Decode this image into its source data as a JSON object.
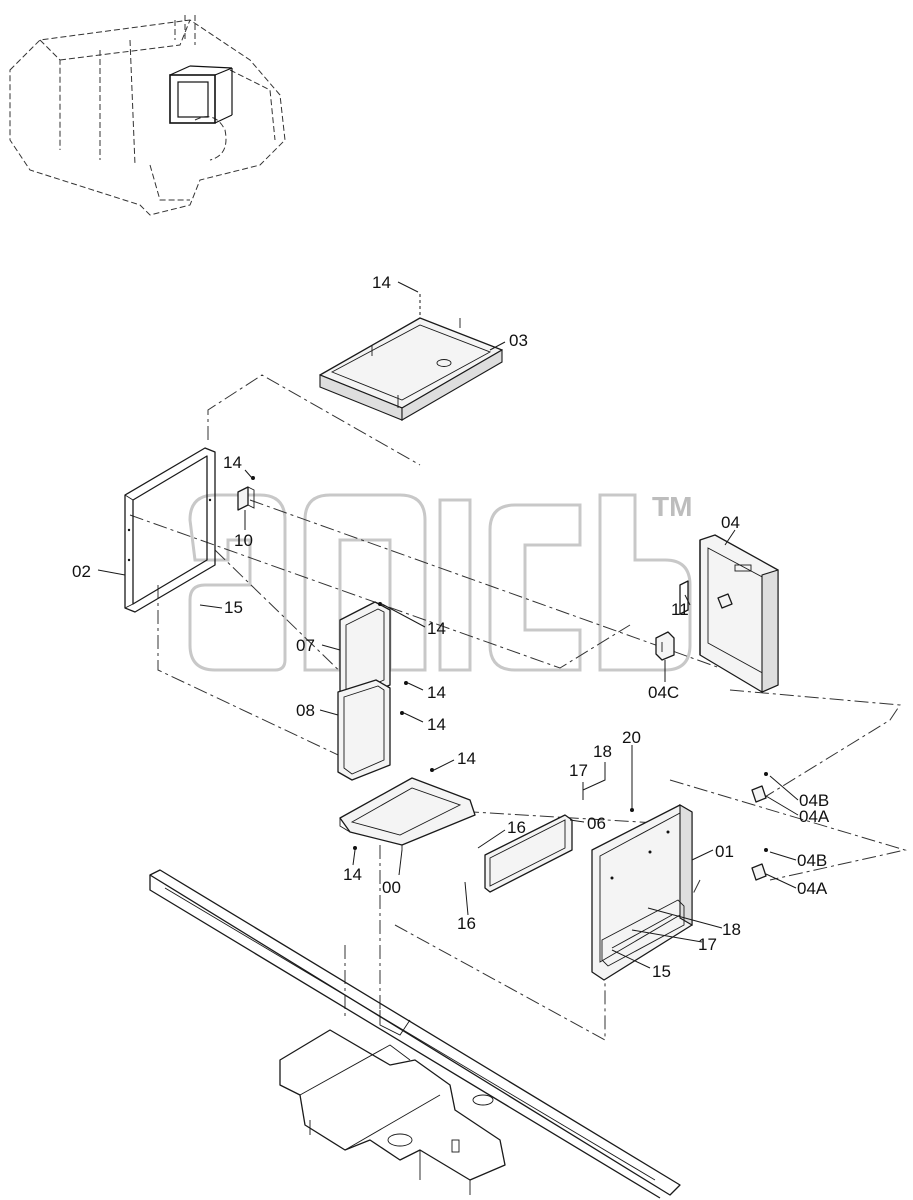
{
  "watermark": {
    "tm": "TM"
  },
  "callouts": {
    "c00": "00",
    "c01": "01",
    "c02": "02",
    "c03": "03",
    "c04": "04",
    "c04a_1": "04A",
    "c04a_2": "04A",
    "c04b_1": "04B",
    "c04b_2": "04B",
    "c04c": "04C",
    "c06": "06",
    "c07": "07",
    "c08": "08",
    "c10": "10",
    "c11": "11",
    "c14_top": "14",
    "c14_10": "14",
    "c14_07": "14",
    "c14_07b": "14",
    "c14_08": "14",
    "c14_00": "14",
    "c14_00b": "14",
    "c15_02": "15",
    "c15_01": "15",
    "c16_a": "16",
    "c16_b": "16",
    "c17_a": "17",
    "c17_b": "17",
    "c18_a": "18",
    "c18_b": "18",
    "c20": "20"
  }
}
